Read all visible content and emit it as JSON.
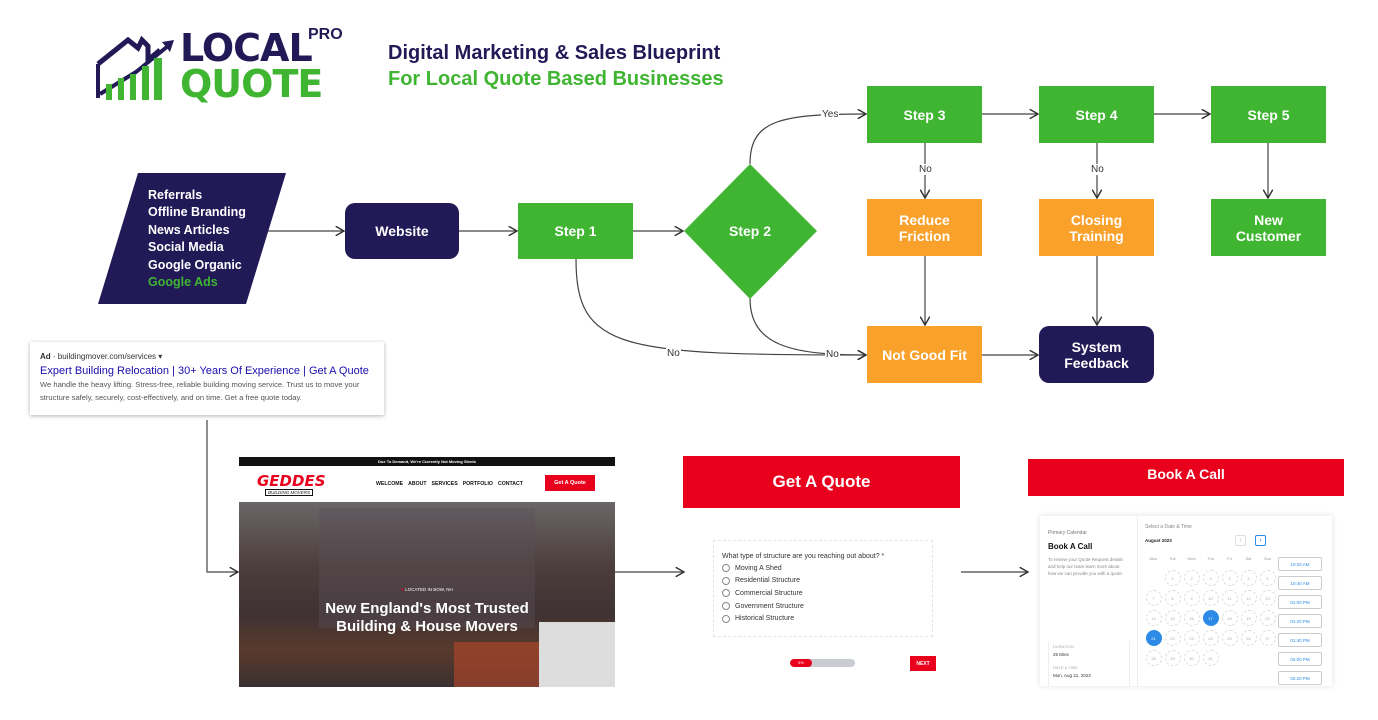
{
  "logo": {
    "line1": "LOCAL",
    "line2": "QUOTE",
    "pro": "PRO"
  },
  "header": {
    "title": "Digital Marketing & Sales Blueprint",
    "subtitle": "For Local Quote Based Businesses"
  },
  "colors": {
    "navy": "#211a57",
    "green": "#3fb532",
    "orange": "#f9a12a",
    "red": "#e8001c"
  },
  "sources": [
    "Referrals",
    "Offline Branding",
    "News Articles",
    "Social Media",
    "Google Organic",
    "Google Ads"
  ],
  "nodes": {
    "website": "Website",
    "step1": "Step 1",
    "step2": "Step 2",
    "step3": "Step 3",
    "step4": "Step 4",
    "step5": "Step 5",
    "reduce": "Reduce\nFriction",
    "closing": "Closing\nTraining",
    "newcust": "New\nCustomer",
    "notfit": "Not Good Fit",
    "feedback": "System\nFeedback"
  },
  "edge_labels": {
    "yes": "Yes",
    "no3": "No",
    "no4": "No",
    "no1": "No",
    "no2": "No"
  },
  "ad": {
    "tag": "Ad",
    "url": "buildingmover.com/services",
    "headline": "Expert Building Relocation | 30+ Years Of Experience | Get A Quote",
    "desc": "We handle the heavy lifting. Stress-free, reliable building moving service. Trust us to move your structure safely, securely, cost-effectively, and on time. Get a free quote today."
  },
  "site": {
    "banner": "Due To Demand, We're Currently Not Moving Sheds",
    "logo": "GEDDES",
    "logo_sub": "BUILDING MOVERS",
    "nav": [
      "WELCOME",
      "ABOUT",
      "SERVICES",
      "PORTFOLIO",
      "CONTACT"
    ],
    "cta": "Get A Quote",
    "located": "LOCATED IN BOW, NH",
    "hero": "New England's Most Trusted\nBuilding & House Movers"
  },
  "quote": {
    "title": "Get A Quote",
    "question": "What type of structure are you reaching out about? *",
    "options": [
      "Moving A Shed",
      "Residential Structure",
      "Commercial Structure",
      "Government Structure",
      "Historical Structure"
    ],
    "progress_label": "5%",
    "progress": 5,
    "next": "NEXT"
  },
  "booking": {
    "title": "Book A Call",
    "calendar_name": "Primary Calendar",
    "heading": "Book A Call",
    "desc": "To review your Quote Request details and help our team learn more about how we can provide you with a quote.",
    "duration_label": "DURATION",
    "duration": "25 Mins",
    "date_label": "DATE & TIME",
    "date": "Mon, Aug 21, 2023",
    "select": "Select a Date & Time",
    "month": "August 2023",
    "weekdays": [
      "Mon",
      "Tue",
      "Wed",
      "Thu",
      "Fri",
      "Sat",
      "Sun"
    ],
    "days": [
      "",
      "1",
      "2",
      "3",
      "4",
      "5",
      "6",
      "7",
      "8",
      "9",
      "10",
      "11",
      "12",
      "13",
      "14",
      "15",
      "16",
      "17",
      "18",
      "19",
      "20",
      "21",
      "22",
      "23",
      "24",
      "25",
      "26",
      "27",
      "28",
      "29",
      "30",
      "31"
    ],
    "selected": [
      "17",
      "21"
    ],
    "slots": [
      "10:20 AM",
      "10:40 AM",
      "01:00 PM",
      "01:20 PM",
      "01:40 PM",
      "02:00 PM",
      "02:20 PM"
    ]
  }
}
